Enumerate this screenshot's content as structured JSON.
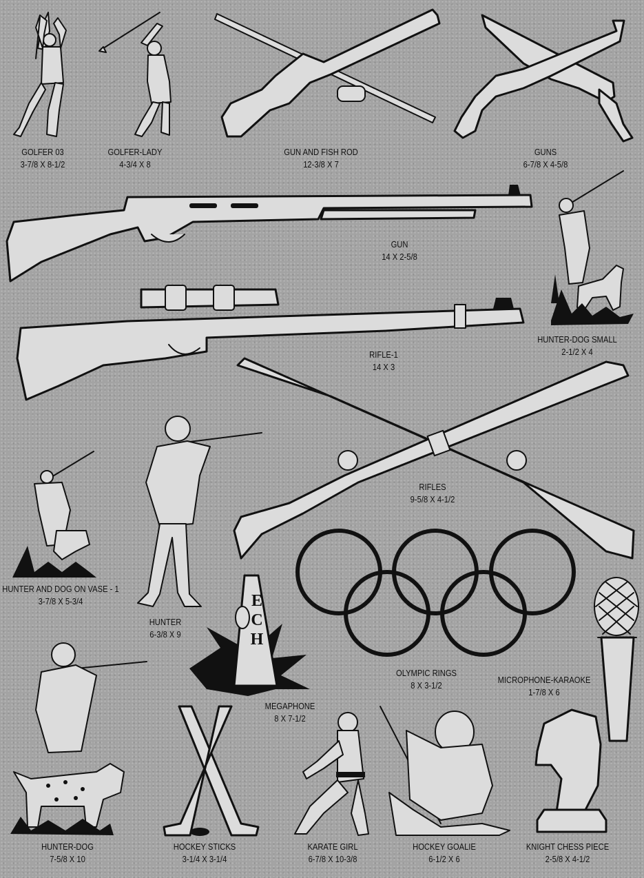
{
  "items": [
    {
      "name": "GOLFER 03",
      "size": "3-7/8 X 8-1/2"
    },
    {
      "name": "GOLFER-LADY",
      "size": "4-3/4 X 8"
    },
    {
      "name": "GUN AND FISH ROD",
      "size": "12-3/8 X 7"
    },
    {
      "name": "GUNS",
      "size": "6-7/8 X 4-5/8"
    },
    {
      "name": "GUN",
      "size": "14 X 2-5/8"
    },
    {
      "name": "HUNTER-DOG SMALL",
      "size": "2-1/2 X 4"
    },
    {
      "name": "RIFLE-1",
      "size": "14 X 3"
    },
    {
      "name": "RIFLES",
      "size": "9-5/8 X 4-1/2"
    },
    {
      "name": "HUNTER AND DOG ON VASE - 1",
      "size": "3-7/8 X 5-3/4"
    },
    {
      "name": "HUNTER",
      "size": "6-3/8 X 9"
    },
    {
      "name": "OLYMPIC RINGS",
      "size": "8 X 3-1/2"
    },
    {
      "name": "MICROPHONE-KARAOKE",
      "size": "1-7/8 X 6"
    },
    {
      "name": "MEGAPHONE",
      "size": "8 X 7-1/2"
    },
    {
      "name": "HUNTER-DOG",
      "size": "7-5/8 X 10"
    },
    {
      "name": "HOCKEY STICKS",
      "size": "3-1/4 X 3-1/4"
    },
    {
      "name": "KARATE GIRL",
      "size": "6-7/8 X 10-3/8"
    },
    {
      "name": "HOCKEY GOALIE",
      "size": "6-1/2 X 6"
    },
    {
      "name": "KNIGHT CHESS PIECE",
      "size": "2-5/8 X 4-1/2"
    }
  ],
  "megaphone_letters": "ECH"
}
